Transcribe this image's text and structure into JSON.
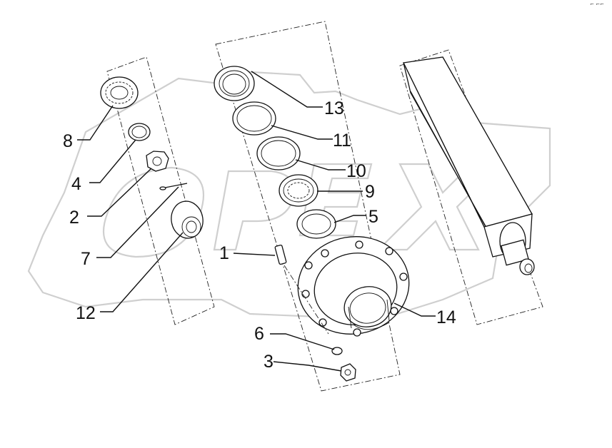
{
  "corner_mark": "⌐ ⌐⌐",
  "callouts": {
    "p1": "1",
    "p2": "2",
    "p3": "3",
    "p4": "4",
    "p5": "5",
    "p6": "6",
    "p7": "7",
    "p8": "8",
    "p9": "9",
    "p10": "10",
    "p11": "11",
    "p12": "12",
    "p13": "13",
    "p14": "14"
  },
  "watermark": {
    "text": "OPEX"
  }
}
